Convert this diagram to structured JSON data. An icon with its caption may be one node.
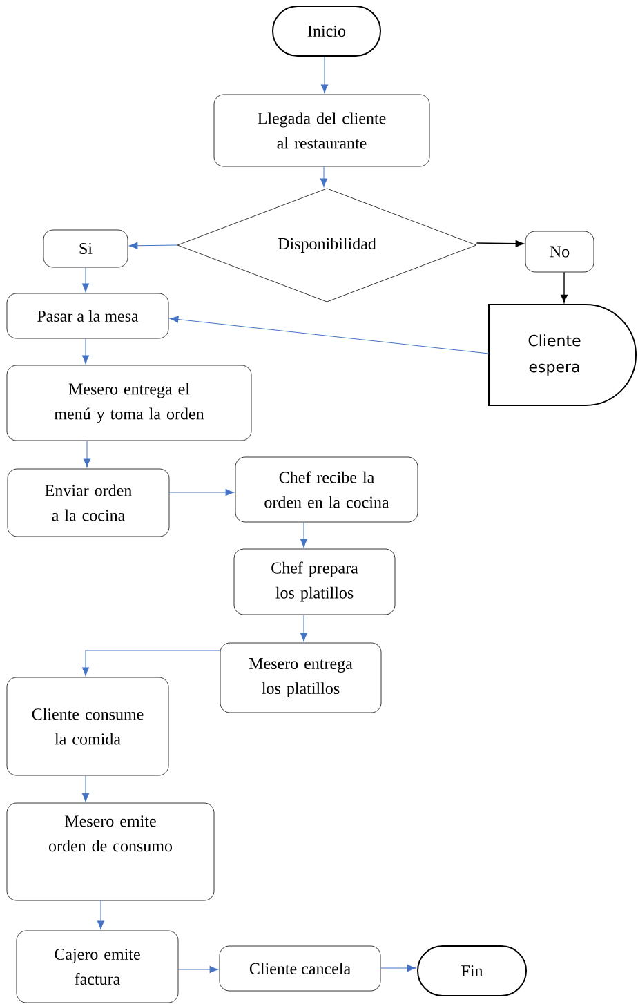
{
  "diagram": {
    "nodes": [
      {
        "text": [
          "Inicio"
        ]
      },
      {
        "text": [
          "Llegada del cliente al restaurante"
        ]
      },
      {
        "text": [
          "Disponibilidad"
        ]
      },
      {
        "text": [
          "Si"
        ]
      },
      {
        "text": [
          "No"
        ]
      },
      {
        "text": [
          "Pasar a la mesa"
        ]
      },
      {
        "text": [
          "Cliente espera"
        ]
      },
      {
        "text": [
          "Mesero entrega el menú y toma la orden"
        ]
      },
      {
        "text": [
          "Enviar orden a la cocina"
        ]
      },
      {
        "text": [
          "Chef recibe la orden en la cocina"
        ]
      },
      {
        "text": [
          "Chef prepara los platillos"
        ]
      },
      {
        "text": [
          "Mesero entrega los platillos"
        ]
      },
      {
        "text": [
          "Cliente consume la comida"
        ]
      },
      {
        "text": [
          "Mesero emite orden de consumo"
        ]
      },
      {
        "text": [
          "Cajero emite factura"
        ]
      },
      {
        "text": [
          "Cliente cancela"
        ]
      },
      {
        "text": [
          "Fin"
        ]
      }
    ],
    "edges": [
      {
        "from": 0,
        "to": 1,
        "arrow": "to"
      },
      {
        "from": 1,
        "to": 2,
        "arrow": "to"
      },
      {
        "from": 2,
        "to": 3,
        "arrow": "to"
      },
      {
        "from": 2,
        "to": 4,
        "arrow": "to",
        "color": "#000000"
      },
      {
        "from": 3,
        "to": 5,
        "arrow": "to"
      },
      {
        "from": 4,
        "to": 6,
        "arrow": "to",
        "color": "#000000"
      },
      {
        "from": 6,
        "to": 5,
        "arrow": "to"
      },
      {
        "from": 5,
        "to": 7,
        "arrow": "to"
      },
      {
        "from": 7,
        "to": 8,
        "arrow": "to"
      },
      {
        "from": 8,
        "to": 9,
        "arrow": "to"
      },
      {
        "from": 9,
        "to": 10,
        "arrow": "to"
      },
      {
        "from": 10,
        "to": 11,
        "arrow": "to"
      },
      {
        "from": 11,
        "to": 12,
        "arrow": "to"
      },
      {
        "from": 12,
        "to": 13,
        "arrow": "to"
      },
      {
        "from": 13,
        "to": 14,
        "arrow": "to"
      },
      {
        "from": 14,
        "to": 15,
        "arrow": "to"
      },
      {
        "from": 15,
        "to": 16,
        "arrow": "to"
      }
    ]
  }
}
